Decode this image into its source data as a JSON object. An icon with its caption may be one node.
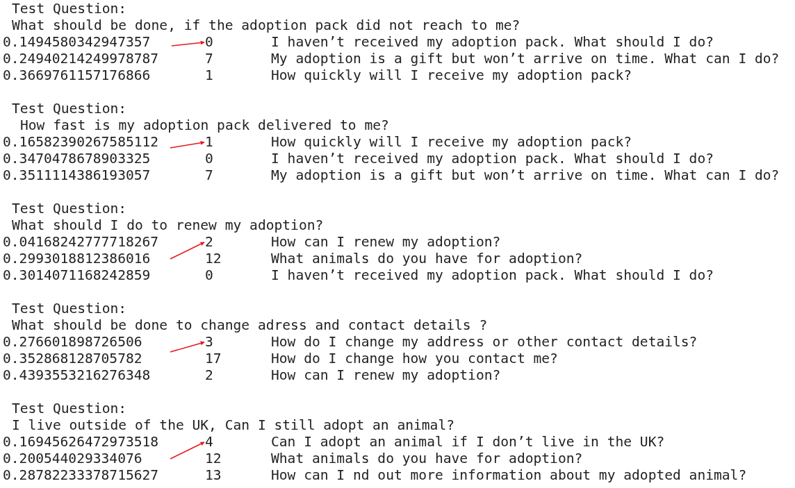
{
  "diagram": {
    "nodes": [
      {
        "text": [
          "0"
        ]
      },
      {
        "text": [
          "1"
        ]
      },
      {
        "text": [
          "2"
        ]
      },
      {
        "text": [
          "3"
        ]
      },
      {
        "text": [
          "4"
        ]
      }
    ],
    "edges": [
      {
        "from": null,
        "to": 0,
        "arrow": "to"
      },
      {
        "from": null,
        "to": 1,
        "arrow": "to"
      },
      {
        "from": null,
        "to": 2,
        "arrow": "to"
      },
      {
        "from": null,
        "to": 3,
        "arrow": "to"
      },
      {
        "from": null,
        "to": 4,
        "arrow": "to"
      }
    ],
    "labels": [
      "Test Question:",
      "What should be done, if the adoption pack did not reach to me?",
      "0.1494580342947357",
      "I haven’t received my adoption pack. What should I do?",
      "0.24940214249978787",
      "7",
      "My adoption is a gift but won’t arrive on time. What can I do?",
      "0.3669761157176866",
      "1",
      "How quickly will I receive my adoption pack?",
      "Test Question:",
      "How fast is my adoption pack delivered to me?",
      "0.16582390267585112",
      "How quickly will I receive my adoption pack?",
      "0.3470478678903325",
      "0",
      "I haven’t received my adoption pack. What should I do?",
      "0.3511114386193057",
      "7",
      "My adoption is a gift but won’t arrive on time. What can I do?",
      "Test Question:",
      "What should I do to renew my adoption?",
      "0.04168242777718267",
      "How can I renew my adoption?",
      "0.2993018812386016",
      "12",
      "What animals do you have for adoption?",
      "0.3014071168242859",
      "0",
      "I haven’t received my adoption pack. What should I do?",
      "Test Question:",
      "What should be done to change adress and contact details ?",
      "0.276601898726506",
      "How do I change my address or other contact details?",
      "0.352868128705782",
      "17",
      "How do I change how you contact me?",
      "0.4393553216276348",
      "2",
      "How can I renew my adoption?",
      "Test Question:",
      "I live outside of the UK, Can I still adopt an animal?",
      "0.16945626472973518",
      "Can I adopt an animal if I don’t live in the UK?",
      "0.200544029334076",
      "12",
      "What animals do you have for adoption?",
      "0.28782233378715627",
      "13",
      "How can I nd out more information about my adopted animal?"
    ]
  }
}
